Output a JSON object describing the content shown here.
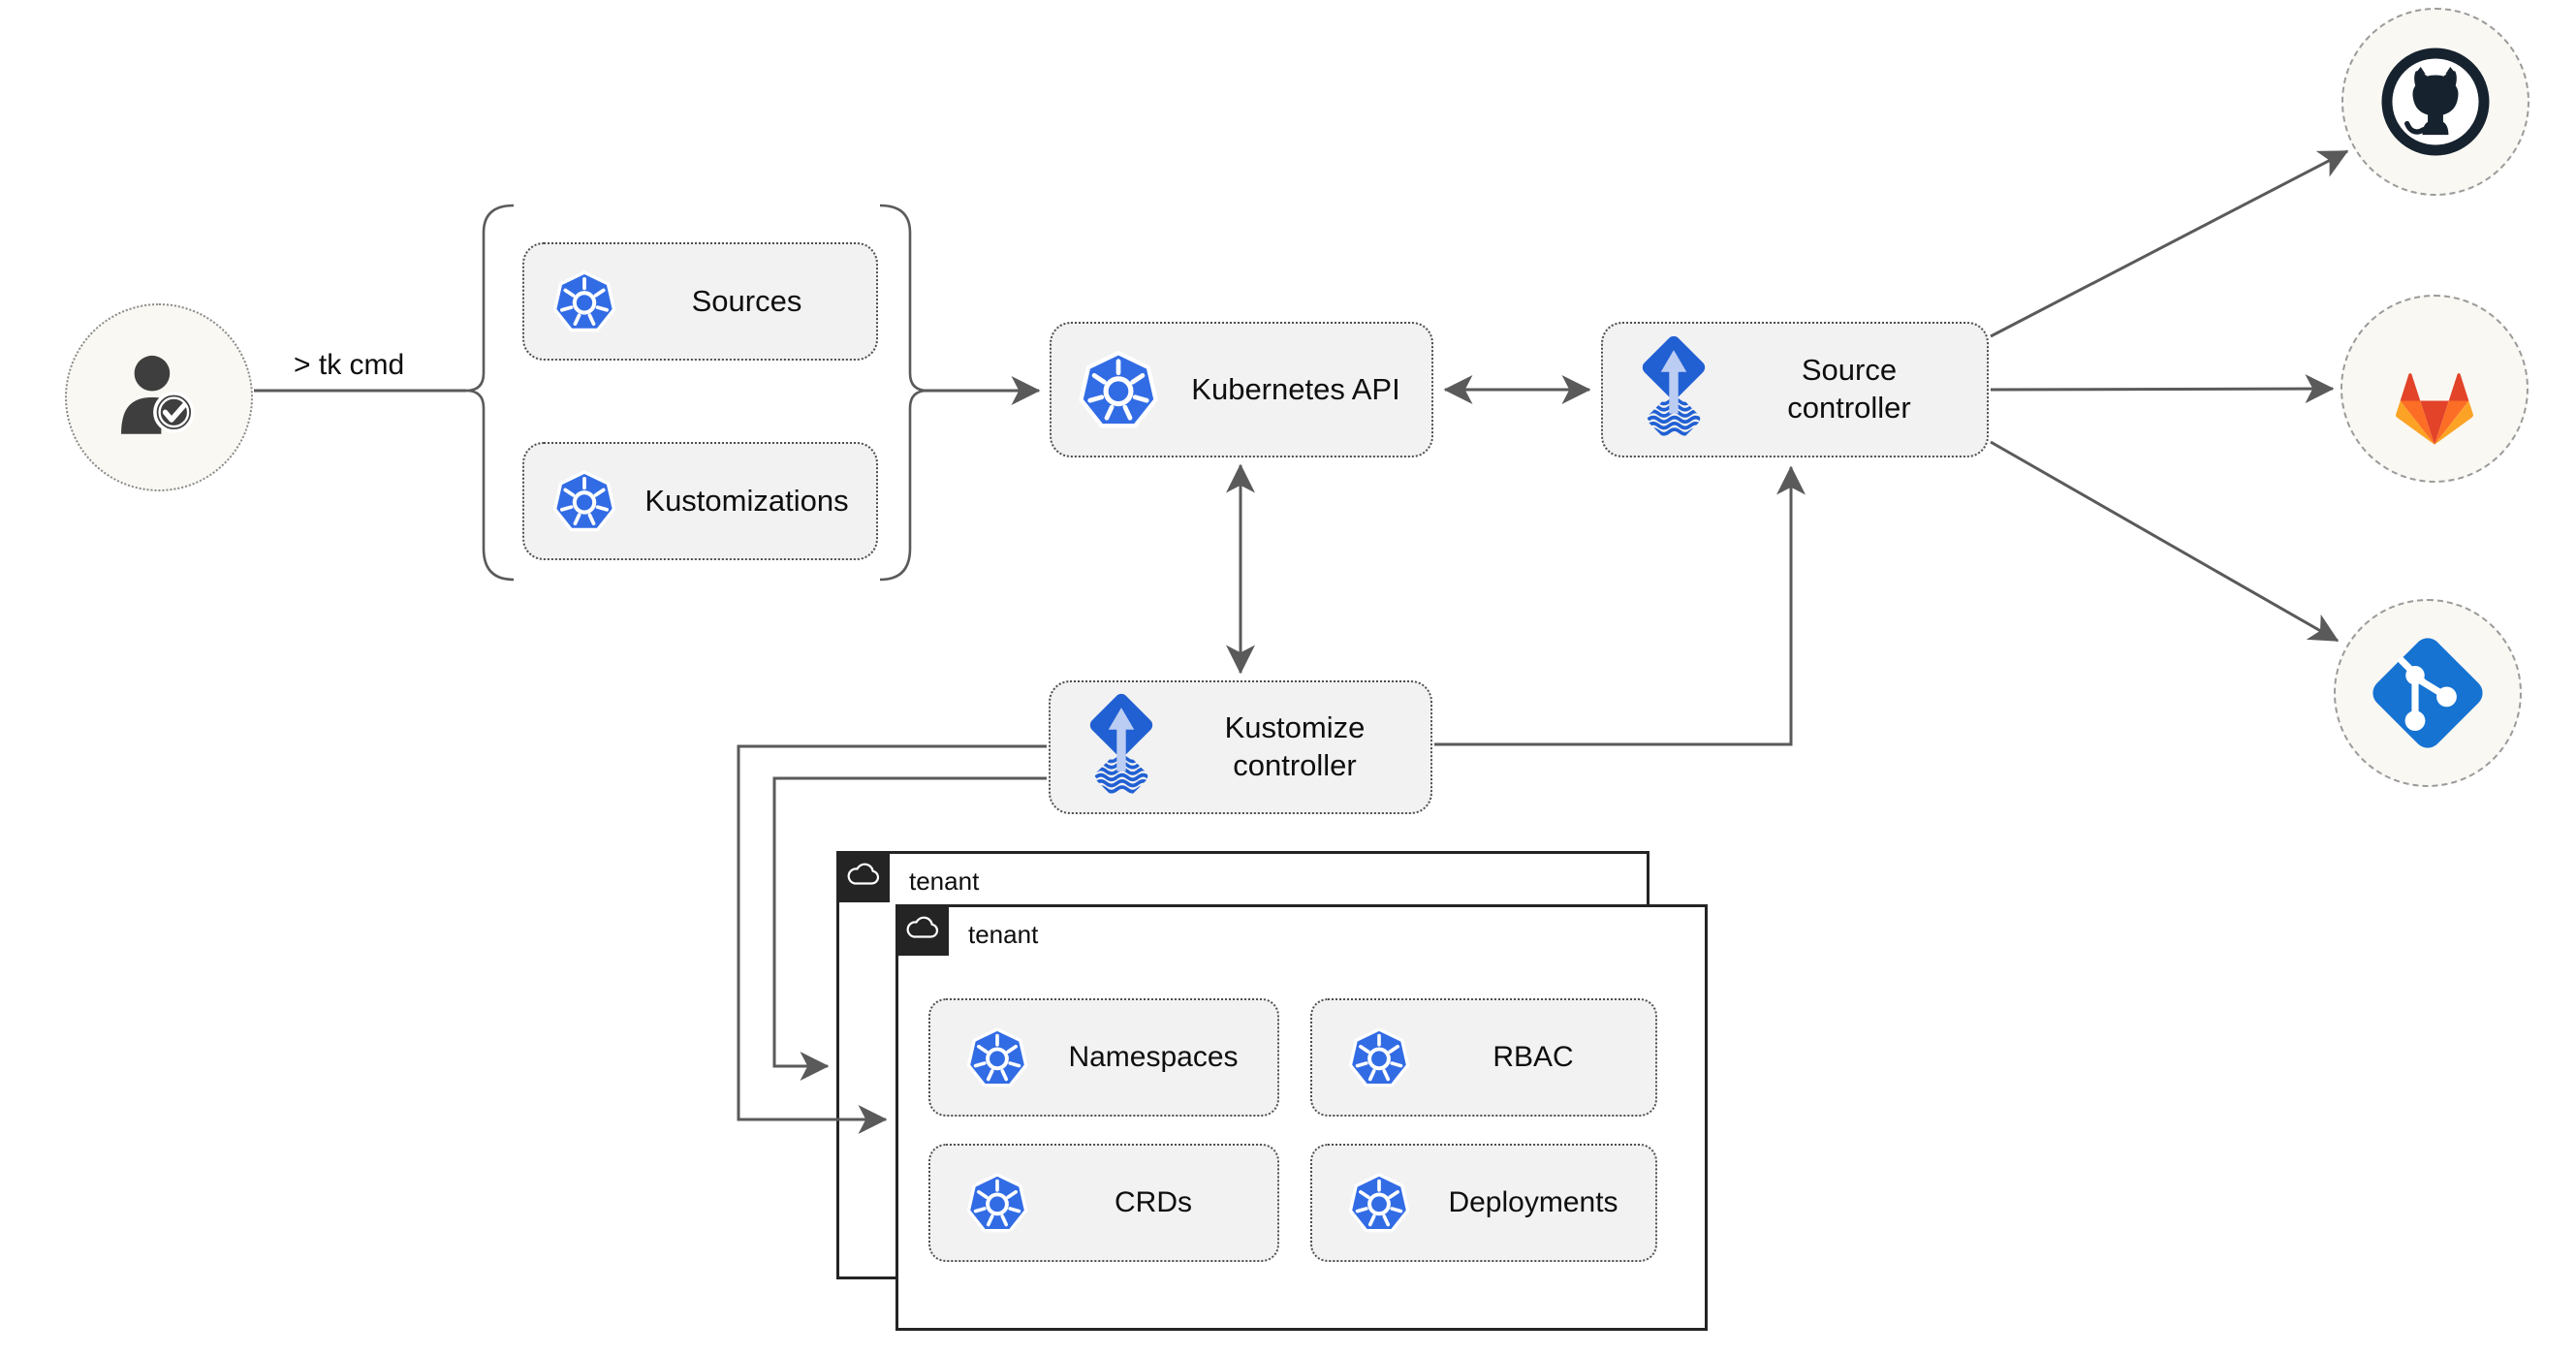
{
  "cli": {
    "label": "> tk cmd"
  },
  "actor": {
    "icon": "user-check-icon"
  },
  "cluster_objects": {
    "sources": {
      "label": "Sources",
      "icon": "kubernetes-icon"
    },
    "kustomizations": {
      "label": "Kustomizations",
      "icon": "kubernetes-icon"
    }
  },
  "nodes": {
    "kubernetes_api": {
      "label": "Kubernetes API",
      "icon": "kubernetes-icon"
    },
    "source_controller": {
      "label": "Source controller",
      "icon": "flux-icon"
    },
    "kustomize_controller": {
      "label": "Kustomize controller",
      "icon": "flux-icon"
    }
  },
  "tenants": [
    {
      "label": "tenant",
      "icon": "cloud-icon"
    },
    {
      "label": "tenant",
      "icon": "cloud-icon",
      "resources": [
        {
          "label": "Namespaces",
          "icon": "kubernetes-icon"
        },
        {
          "label": "RBAC",
          "icon": "kubernetes-icon"
        },
        {
          "label": "CRDs",
          "icon": "kubernetes-icon"
        },
        {
          "label": "Deployments",
          "icon": "kubernetes-icon"
        }
      ]
    }
  ],
  "git_providers": [
    {
      "name": "GitHub",
      "icon": "github-icon"
    },
    {
      "name": "GitLab",
      "icon": "gitlab-icon"
    },
    {
      "name": "Git",
      "icon": "git-icon"
    }
  ],
  "colors": {
    "kubernetes_blue": "#326ce5",
    "flux_blue": "#2160d3",
    "flux_arrow_light": "#bccdf3",
    "github_dark": "#16222e",
    "gitlab_red": "#e24329",
    "gitlab_orange": "#fc6d26",
    "gitlab_light_orange": "#fca326",
    "git_blue": "#1673d2",
    "node_fill": "#f2f2f2",
    "connector": "#5a5a5a",
    "tenant_border": "#242424",
    "circle_fill": "#faf8f3"
  }
}
